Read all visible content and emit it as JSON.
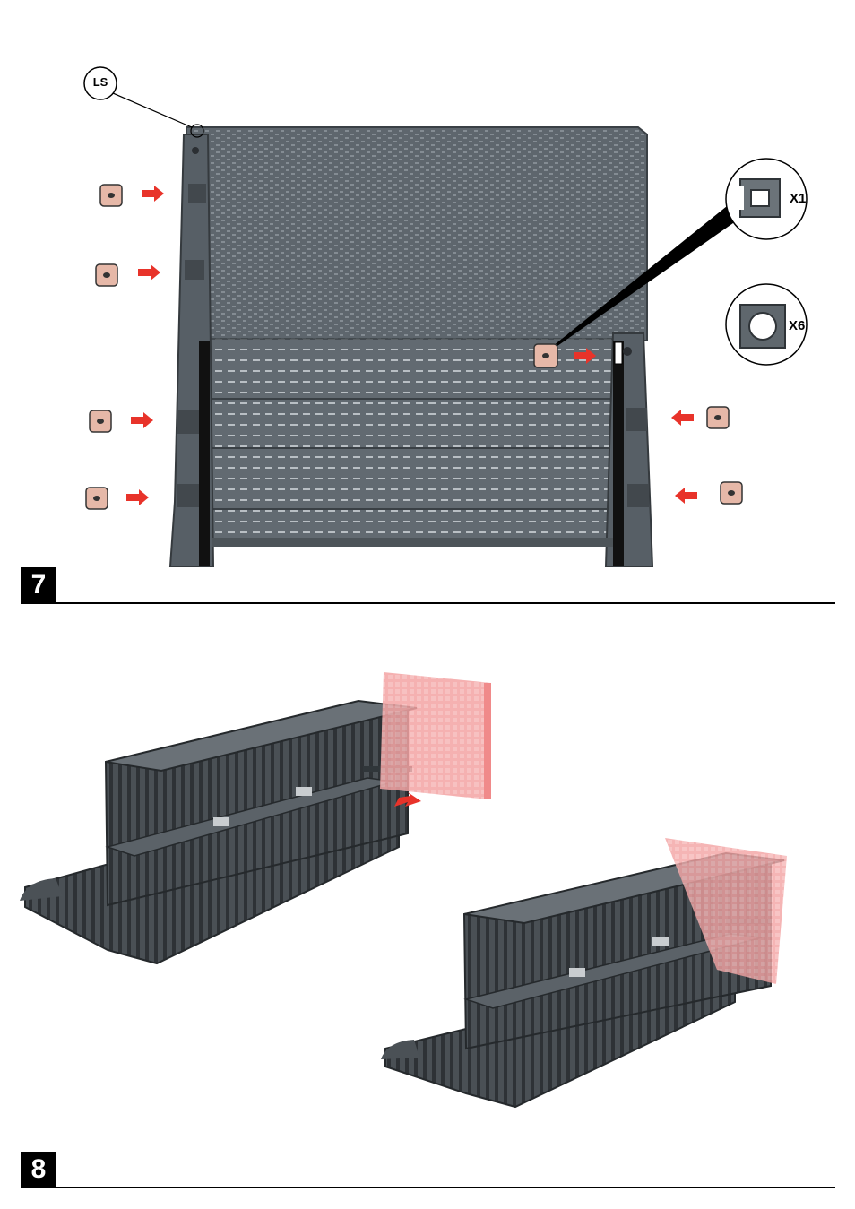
{
  "steps": [
    {
      "number": "7",
      "callouts": {
        "ls_label": "LS",
        "part_a_qty": "X1",
        "part_b_qty": "X6"
      }
    },
    {
      "number": "8"
    }
  ],
  "colors": {
    "panel": "#59626a",
    "panel_dark": "#3c4247",
    "accent_red": "#e8332a",
    "clip_fill": "#e6b8a8",
    "highlight_panel": "#f08a8a",
    "rule": "#000000"
  },
  "icons": [
    "square-clip-icon",
    "open-clip-icon",
    "closed-clip-icon",
    "red-arrow-icon"
  ]
}
